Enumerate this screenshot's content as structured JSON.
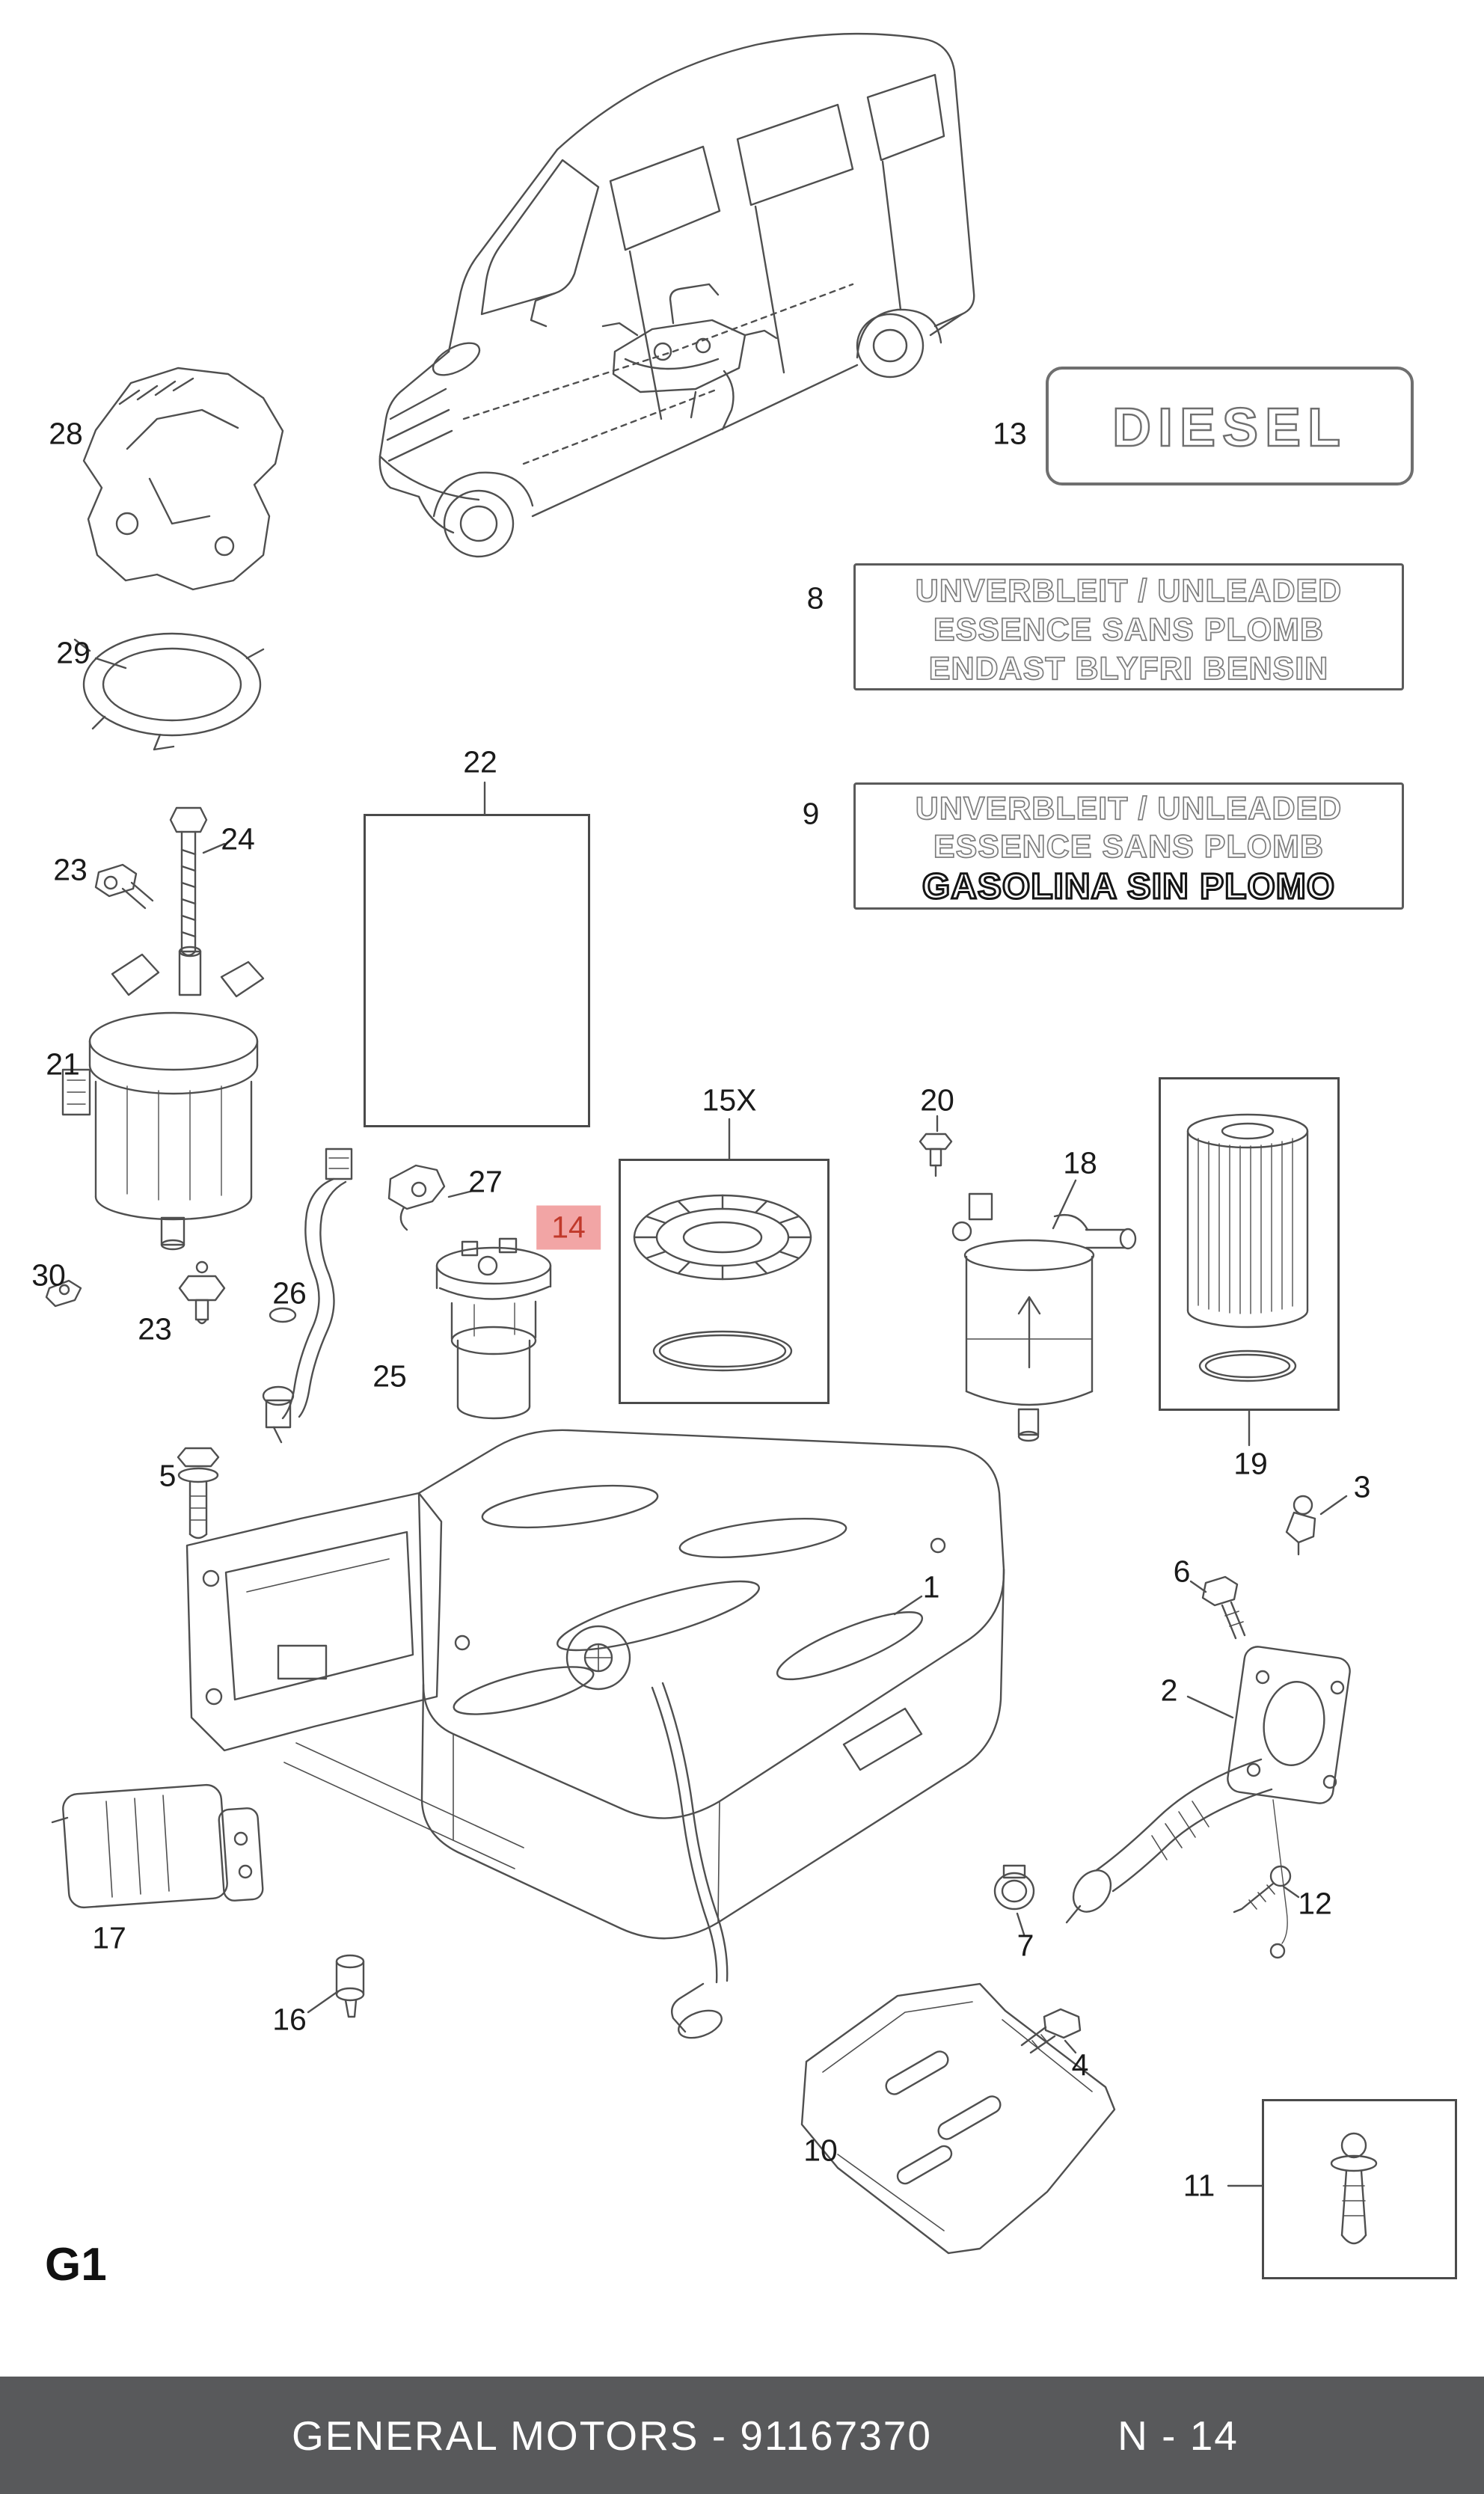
{
  "colors": {
    "line_art": "#4f4f4f",
    "footer_bg": "#58595b",
    "footer_text": "#ffffff",
    "highlight_bg": "#f2a5a5",
    "highlight_text": "#c0392b"
  },
  "page": {
    "corner_code": "G1"
  },
  "footer": {
    "catalog_title": "GENERAL MOTORS - 91167370",
    "page_ref": "N - 14"
  },
  "badges": {
    "diesel": {
      "text": "DIESEL"
    },
    "unleaded_endast": {
      "line1": "UNVERBLEIT / UNLEADED",
      "line2": "ESSENCE SANS PLOMB",
      "line3": "ENDAST BLYFRI BENSIN"
    },
    "unleaded_gasolina": {
      "line1": "UNVERBLEIT / UNLEADED",
      "line2": "ESSENCE SANS PLOMB",
      "line3": "GASOLINA SIN PLOMO"
    }
  },
  "callouts": {
    "c1": {
      "label": "1"
    },
    "c2": {
      "label": "2"
    },
    "c3": {
      "label": "3"
    },
    "c4": {
      "label": "4"
    },
    "c5": {
      "label": "5"
    },
    "c6": {
      "label": "6"
    },
    "c7": {
      "label": "7"
    },
    "c8": {
      "label": "8"
    },
    "c9": {
      "label": "9"
    },
    "c10": {
      "label": "10"
    },
    "c11": {
      "label": "11"
    },
    "c12": {
      "label": "12"
    },
    "c13": {
      "label": "13"
    },
    "c14": {
      "label": "14"
    },
    "c15x": {
      "label": "15X"
    },
    "c16": {
      "label": "16"
    },
    "c17": {
      "label": "17"
    },
    "c18": {
      "label": "18"
    },
    "c19": {
      "label": "19"
    },
    "c20": {
      "label": "20"
    },
    "c21": {
      "label": "21"
    },
    "c22": {
      "label": "22"
    },
    "c23a": {
      "label": "23"
    },
    "c23b": {
      "label": "23"
    },
    "c24": {
      "label": "24"
    },
    "c25": {
      "label": "25"
    },
    "c26": {
      "label": "26"
    },
    "c27": {
      "label": "27"
    },
    "c28": {
      "label": "28"
    },
    "c29": {
      "label": "29"
    },
    "c30": {
      "label": "30"
    }
  }
}
